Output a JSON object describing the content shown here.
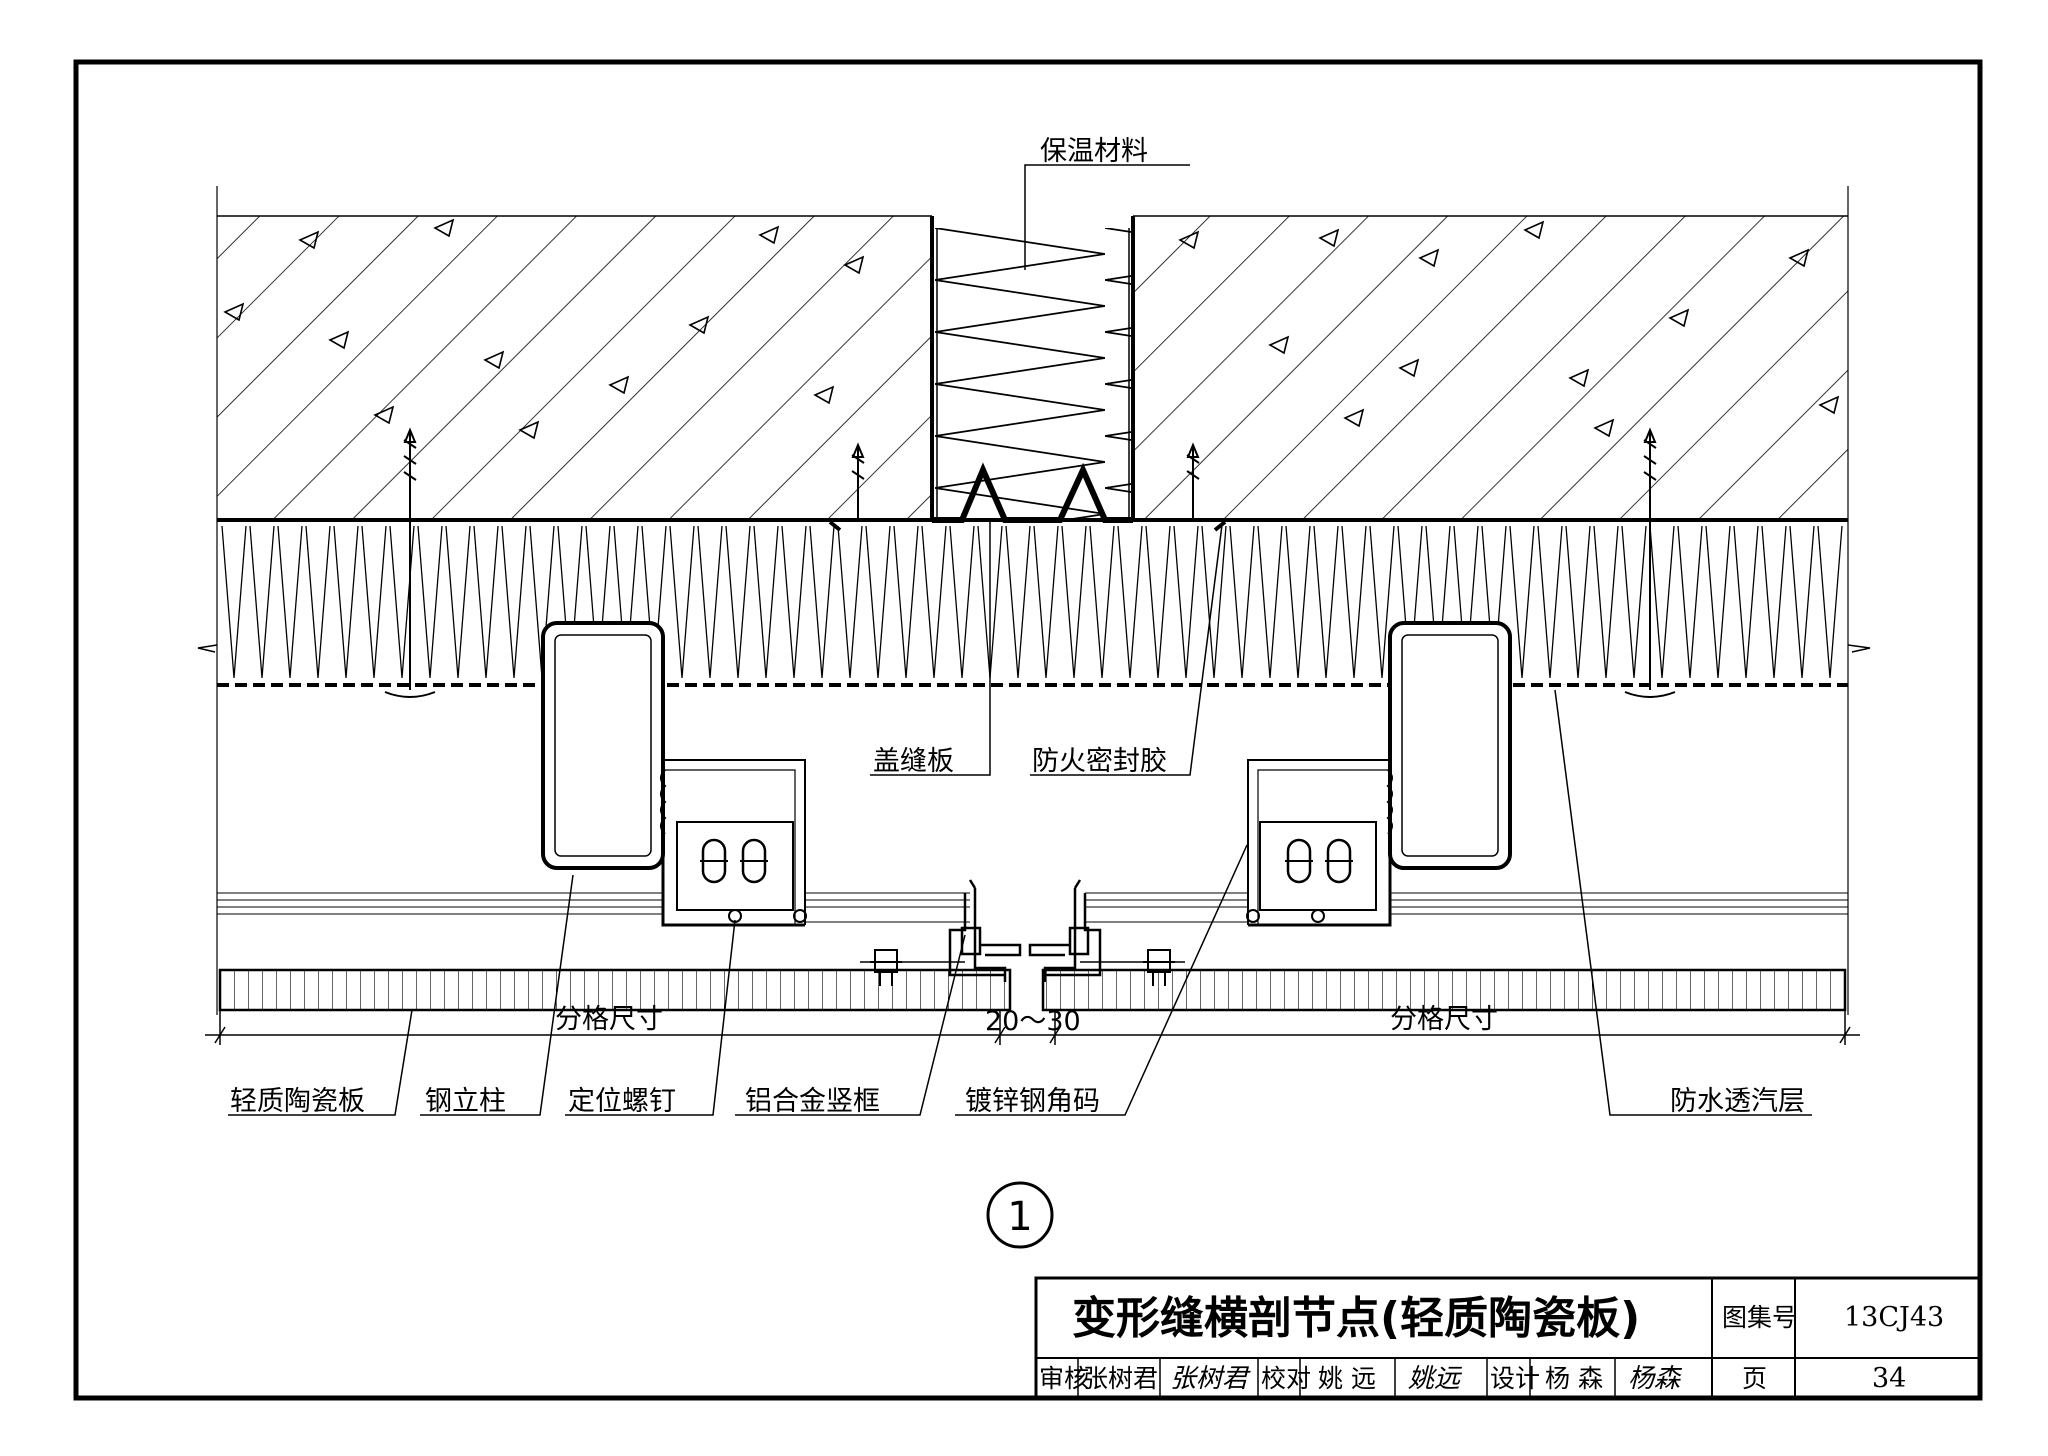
{
  "labels": {
    "insulation": "保温材料",
    "cover_plate": "盖缝板",
    "fire_sealant": "防火密封胶",
    "light_ceramic_panel": "轻质陶瓷板",
    "steel_column": "钢立柱",
    "locating_screw": "定位螺钉",
    "aluminum_mullion": "铝合金竖框",
    "galvanized_angle": "镀锌钢角码",
    "waterproof_membrane": "防水透汽层"
  },
  "dimensions": {
    "grid_left": "分格尺寸",
    "gap": "20～30",
    "grid_right": "分格尺寸"
  },
  "detail_number": "1",
  "title_block": {
    "title": "变形缝横剖节点(轻质陶瓷板)",
    "atlas_label": "图集号",
    "atlas_value": "13CJ43",
    "page_label": "页",
    "page_value": "34",
    "review_label": "审核",
    "reviewer": "张树君",
    "reviewer_signature": "张树君",
    "proofread_label": "校对",
    "proofreader": "姚 远",
    "proofreader_signature": "姚远",
    "design_label": "设计",
    "designer": "杨 森",
    "designer_signature": "杨森"
  }
}
